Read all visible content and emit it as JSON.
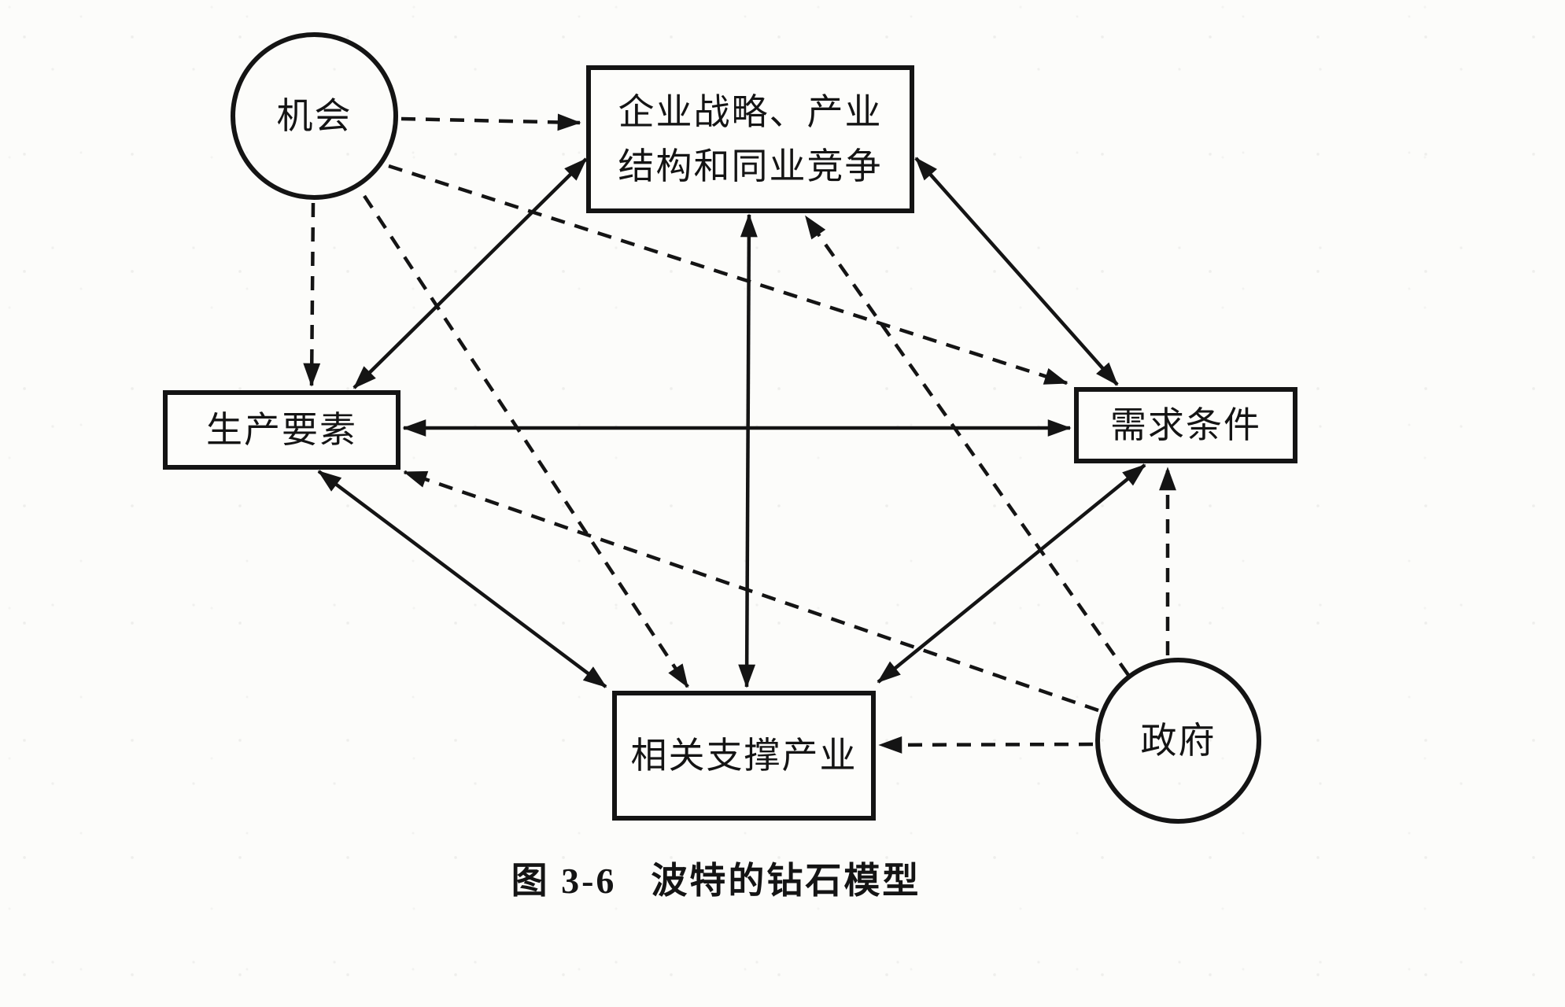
{
  "figure": {
    "caption_label": "图 3-6",
    "caption_title": "波特的钻石模型"
  },
  "nodes": {
    "chance": {
      "label": "机会",
      "shape": "circle"
    },
    "strategy": {
      "label": "企业战略、产业结构和同业竞争",
      "label_line1": "企业战略、产业",
      "label_line2": "结构和同业竞争",
      "shape": "rect"
    },
    "factors": {
      "label": "生产要素",
      "shape": "rect"
    },
    "demand": {
      "label": "需求条件",
      "shape": "rect"
    },
    "related": {
      "label": "相关支撑产业",
      "shape": "rect"
    },
    "government": {
      "label": "政府",
      "shape": "circle"
    }
  },
  "edges": [
    {
      "from": "strategy",
      "to": "factors",
      "style": "solid",
      "bidirectional": true
    },
    {
      "from": "strategy",
      "to": "related",
      "style": "solid",
      "bidirectional": true
    },
    {
      "from": "strategy",
      "to": "demand",
      "style": "solid",
      "bidirectional": true
    },
    {
      "from": "factors",
      "to": "demand",
      "style": "solid",
      "bidirectional": true
    },
    {
      "from": "factors",
      "to": "related",
      "style": "solid",
      "bidirectional": true
    },
    {
      "from": "demand",
      "to": "related",
      "style": "solid",
      "bidirectional": true
    },
    {
      "from": "chance",
      "to": "strategy",
      "style": "dashed",
      "bidirectional": false
    },
    {
      "from": "chance",
      "to": "factors",
      "style": "dashed",
      "bidirectional": false
    },
    {
      "from": "chance",
      "to": "demand",
      "style": "dashed",
      "bidirectional": false
    },
    {
      "from": "chance",
      "to": "related",
      "style": "dashed",
      "bidirectional": false
    },
    {
      "from": "government",
      "to": "strategy",
      "style": "dashed",
      "bidirectional": false
    },
    {
      "from": "government",
      "to": "demand",
      "style": "dashed",
      "bidirectional": false
    },
    {
      "from": "government",
      "to": "factors",
      "style": "dashed",
      "bidirectional": false
    },
    {
      "from": "government",
      "to": "related",
      "style": "dashed",
      "bidirectional": false
    }
  ],
  "colors": {
    "ink": "#141414",
    "paper": "#fcfcfa"
  }
}
